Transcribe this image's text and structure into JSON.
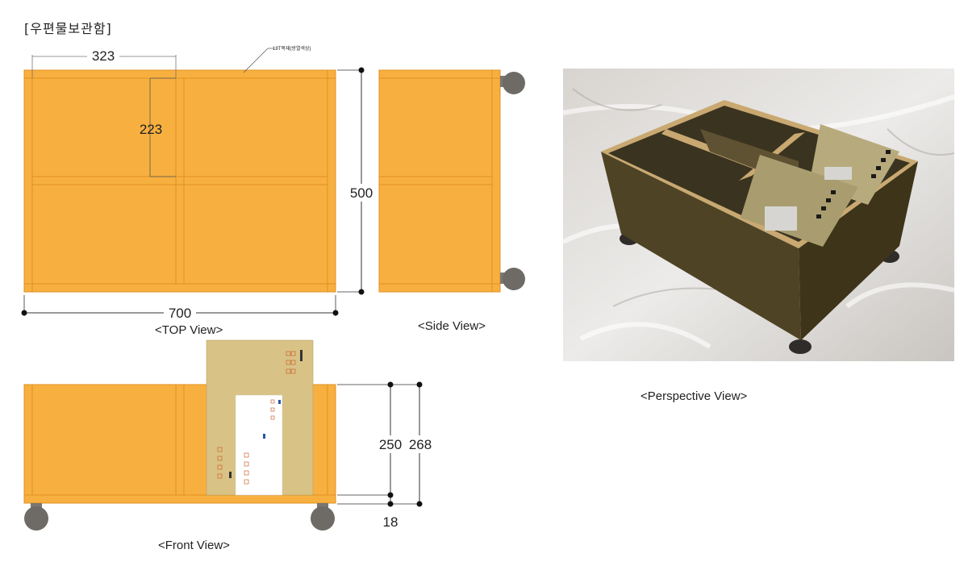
{
  "title": "[우편물보관함]",
  "material_note": "18T목재(방열색상)",
  "dimensions": {
    "top_width": "323",
    "top_height": "223",
    "overall_depth": "500",
    "overall_width": "700",
    "front_height_a": "250",
    "front_height_b": "268",
    "base_thickness": "18"
  },
  "captions": {
    "top": "<TOP View>",
    "side": "<Side View>",
    "front": "<Front View>",
    "perspective": "<Perspective View>"
  },
  "colors": {
    "wood": "#F7B03F",
    "wood_line": "#E08F22",
    "envelope": "#D9C285",
    "wheel": "#6E6A66"
  }
}
